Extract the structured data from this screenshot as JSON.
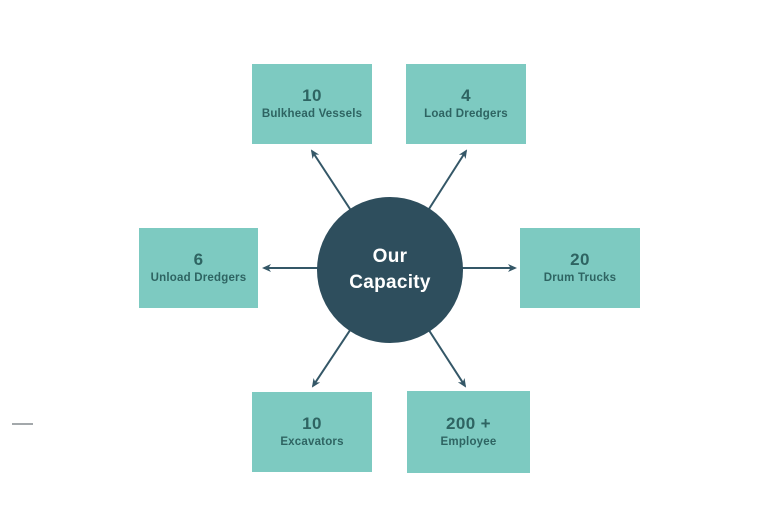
{
  "center": {
    "label": "Our Capacity"
  },
  "nodes": [
    {
      "id": "bulkhead-vessels",
      "value": "10",
      "label": "Bulkhead Vessels",
      "position": "top-left"
    },
    {
      "id": "load-dredgers",
      "value": "4",
      "label": "Load Dredgers",
      "position": "top-right"
    },
    {
      "id": "unload-dredgers",
      "value": "6",
      "label": "Unload Dredgers",
      "position": "left"
    },
    {
      "id": "drum-trucks",
      "value": "20",
      "label": "Drum Trucks",
      "position": "right"
    },
    {
      "id": "excavators",
      "value": "10",
      "label": "Excavators",
      "position": "bottom-left"
    },
    {
      "id": "employees",
      "value": "200 +",
      "label": "Employee",
      "position": "bottom-right"
    }
  ],
  "colors": {
    "box_fill": "#7dcac1",
    "circle_fill": "#2e4e5d",
    "arrow": "#345767",
    "box_text": "#2e6462",
    "circle_text": "#ffffff"
  }
}
